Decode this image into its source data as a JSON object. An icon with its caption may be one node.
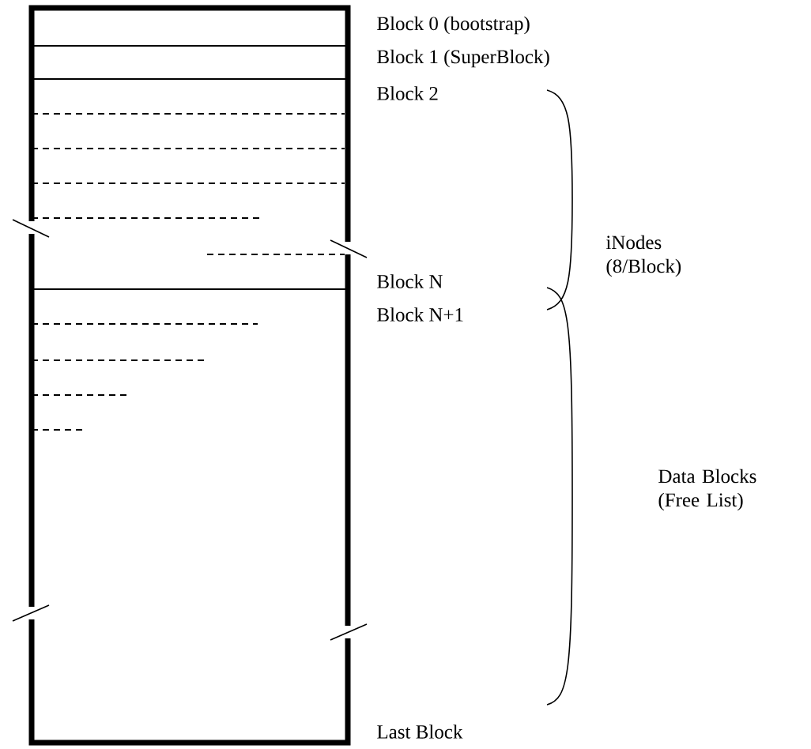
{
  "diagram": {
    "labels": [
      "Block 0 (bootstrap)",
      "Block 1 (SuperBlock)",
      "Block 2",
      "iNodes (8/Block)",
      "Block N",
      "Block N+1",
      "Data Blocks (Free List)",
      "Last Block"
    ]
  }
}
